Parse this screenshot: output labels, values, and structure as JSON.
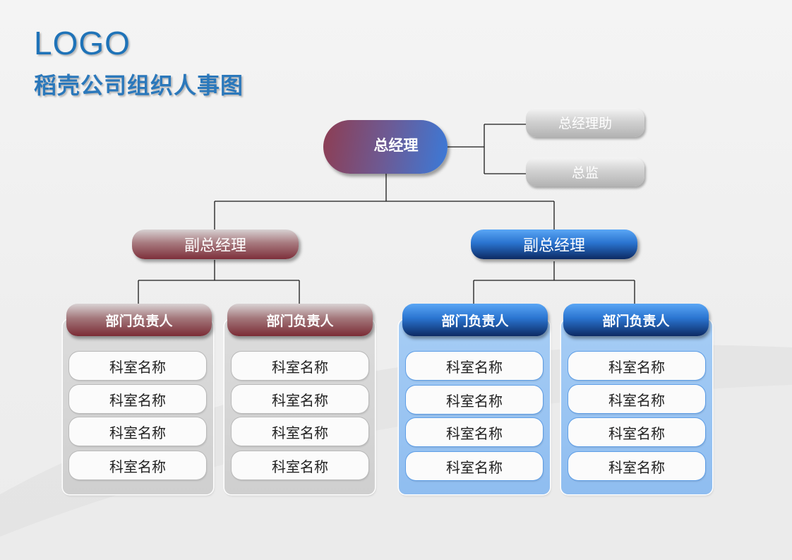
{
  "header": {
    "logo": "LOGO",
    "title": "稻壳公司组织人事图"
  },
  "colors": {
    "brand_blue": "#2b78bb",
    "red_branch": "#7d2f3a",
    "blue_branch": "#2a74d0"
  },
  "org": {
    "ceo": "总经理",
    "staff": [
      "总经理助",
      "总监"
    ],
    "vps": [
      {
        "label": "副总经理",
        "color": "red",
        "departments": [
          {
            "head": "部门负责人",
            "rooms": [
              "科室名称",
              "科室名称",
              "科室名称",
              "科室名称"
            ]
          },
          {
            "head": "部门负责人",
            "rooms": [
              "科室名称",
              "科室名称",
              "科室名称",
              "科室名称"
            ]
          }
        ]
      },
      {
        "label": "副总经理",
        "color": "blue",
        "departments": [
          {
            "head": "部门负责人",
            "rooms": [
              "科室名称",
              "科室名称",
              "科室名称",
              "科室名称"
            ]
          },
          {
            "head": "部门负责人",
            "rooms": [
              "科室名称",
              "科室名称",
              "科室名称",
              "科室名称"
            ]
          }
        ]
      }
    ]
  }
}
